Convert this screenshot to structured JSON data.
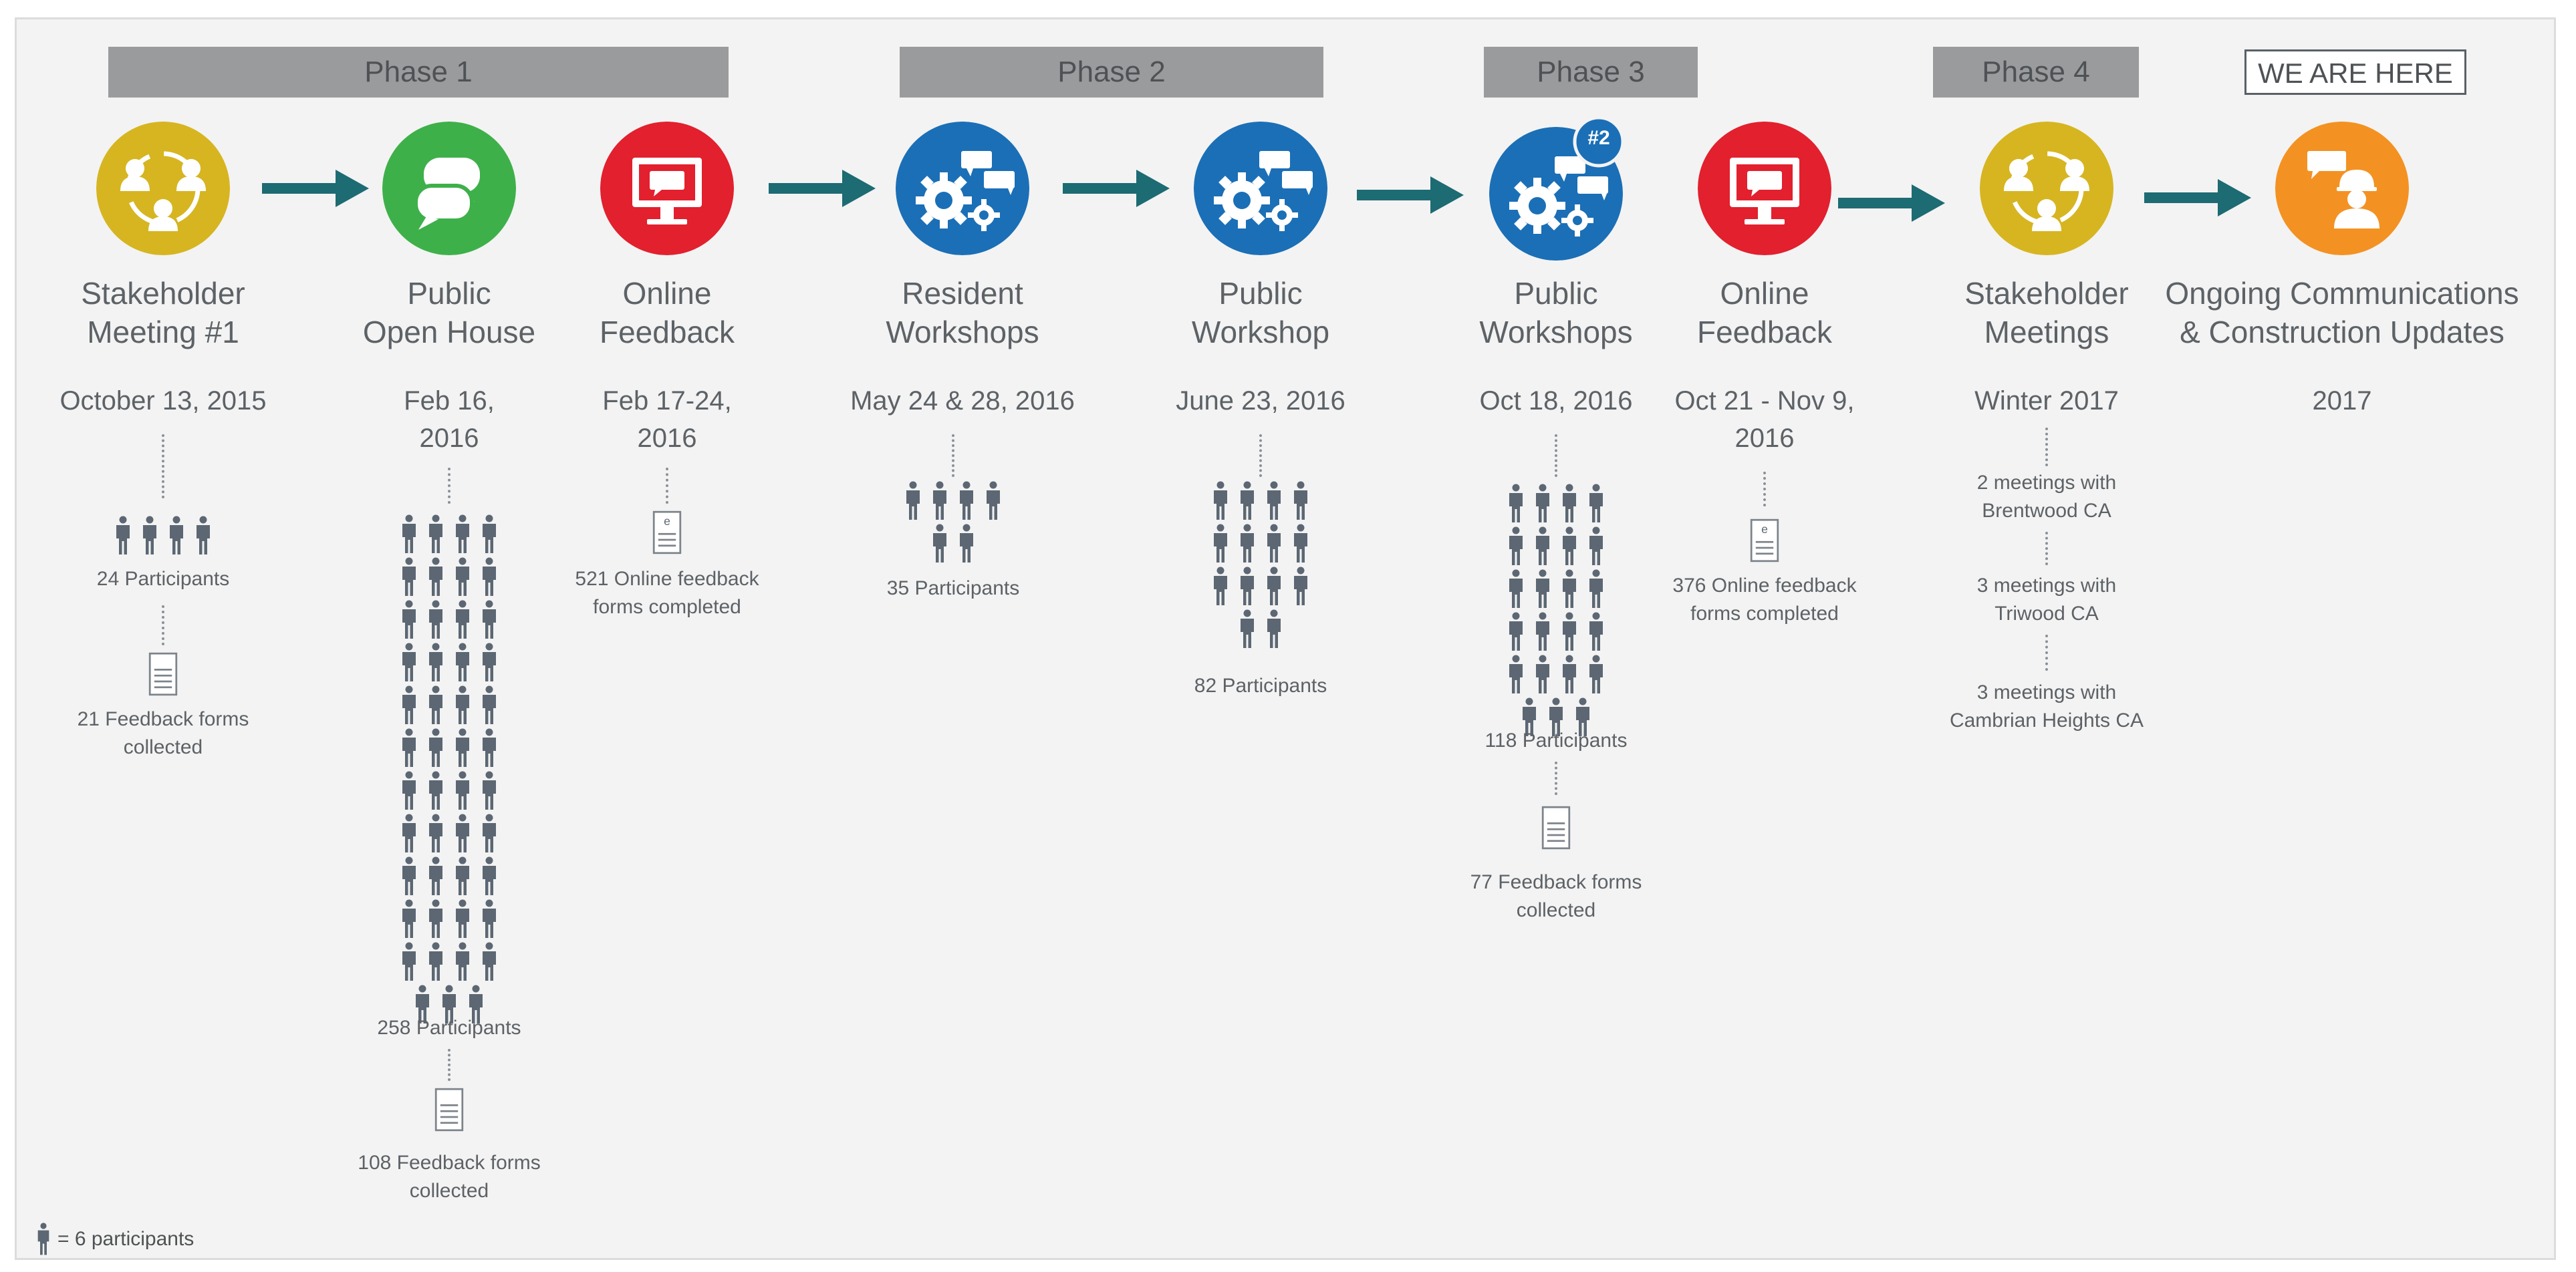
{
  "phases": {
    "p1": "Phase 1",
    "p2": "Phase 2",
    "p3": "Phase 3",
    "p4": "Phase 4",
    "here": "WE ARE HERE"
  },
  "icon_colors": {
    "meeting": "#d6b521",
    "open_house": "#3eb04a",
    "online": "#e2202e",
    "workshop": "#1b6fb6",
    "ongoing": "#f39222",
    "arrow": "#1d6b73"
  },
  "stages": {
    "s1": {
      "title1": "Stakeholder",
      "title2": "Meeting #1",
      "date": "October 13, 2015",
      "participants": "24 Participants",
      "forms": "21 Feedback forms",
      "forms2": "collected",
      "icon": "stakeholder-meeting"
    },
    "s2": {
      "title1": "Public",
      "title2": "Open House",
      "date1": "Feb 16,",
      "date2": "2016",
      "participants": "258 Participants",
      "forms": "108 Feedback forms",
      "forms2": "collected",
      "icon": "speech-bubbles"
    },
    "s3": {
      "title1": "Online",
      "title2": "Feedback",
      "date1": "Feb 17-24,",
      "date2": "2016",
      "forms": "521 Online feedback",
      "forms2": "forms completed",
      "icon": "computer-monitor"
    },
    "s4": {
      "title1": "Resident",
      "title2": "Workshops",
      "date": "May 24 & 28, 2016",
      "participants": "35 Participants",
      "icon": "gears"
    },
    "s5": {
      "title1": "Public",
      "title2": "Workshop",
      "date": "June 23, 2016",
      "participants": "82 Participants",
      "icon": "gears"
    },
    "s6": {
      "title1": "Public",
      "title2": "Workshops",
      "date": "Oct 18, 2016",
      "badge": "#2",
      "participants": "118 Participants",
      "forms": "77 Feedback forms",
      "forms2": "collected",
      "icon": "gears"
    },
    "s7": {
      "title1": "Online",
      "title2": "Feedback",
      "date1": "Oct 21 - Nov 9,",
      "date2": "2016",
      "forms": "376 Online feedback",
      "forms2": "forms completed",
      "icon": "computer-monitor"
    },
    "s8": {
      "title1": "Stakeholder",
      "title2": "Meetings",
      "date": "Winter 2017",
      "m1a": "2 meetings with",
      "m1b": "Brentwood CA",
      "m2a": "3 meetings with",
      "m2b": "Triwood CA",
      "m3a": "3 meetings with",
      "m3b": "Cambrian Heights CA",
      "icon": "stakeholder-meeting"
    },
    "s9": {
      "title1": "Ongoing Communications",
      "title2": "& Construction Updates",
      "date": "2017",
      "icon": "construction-worker"
    }
  },
  "legend": {
    "text": "= 6 participants"
  }
}
